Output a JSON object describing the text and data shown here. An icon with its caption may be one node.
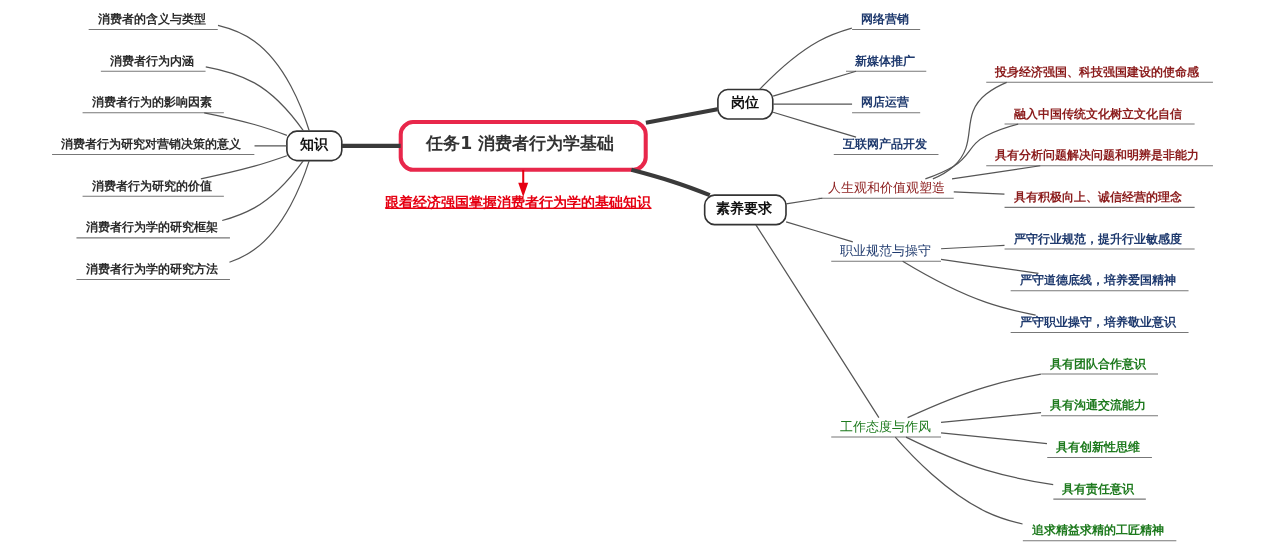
{
  "diagram": {
    "nodes": [
      {
        "text": [
          "任务1 消费者行为学基础"
        ]
      },
      {
        "text": [
          "岗位"
        ]
      },
      {
        "text": [
          "网络营销"
        ]
      },
      {
        "text": [
          "新媒体推广"
        ]
      },
      {
        "text": [
          "网店运营"
        ]
      },
      {
        "text": [
          "互联网产品开发"
        ]
      },
      {
        "text": [
          "知识"
        ]
      },
      {
        "text": [
          "消费者的含义与类型"
        ]
      },
      {
        "text": [
          "消费者行为内涵"
        ]
      },
      {
        "text": [
          "消费者行为的影响因素"
        ]
      },
      {
        "text": [
          "消费者行为研究对营销决策的意义"
        ]
      },
      {
        "text": [
          "消费者行为研究的价值"
        ]
      },
      {
        "text": [
          "消费者行为学的研究框架"
        ]
      },
      {
        "text": [
          "消费者行为学的研究方法"
        ]
      },
      {
        "text": [
          "素养要求"
        ]
      },
      {
        "text": [
          "人生观和价值观塑造"
        ]
      },
      {
        "text": [
          "投身经济强国、科技强国建设的使命感"
        ]
      },
      {
        "text": [
          "融入中国传统文化树立文化自信"
        ]
      },
      {
        "text": [
          "具有分析问题解决问题和明辨是非能力"
        ]
      },
      {
        "text": [
          "具有积极向上、诚信经营的理念"
        ]
      },
      {
        "text": [
          "职业规范与操守"
        ]
      },
      {
        "text": [
          "严守行业规范，提升行业敏感度"
        ]
      },
      {
        "text": [
          "严守道德底线，培养爱国精神"
        ]
      },
      {
        "text": [
          "严守职业操守，培养敬业意识"
        ]
      },
      {
        "text": [
          "工作态度与作风"
        ]
      },
      {
        "text": [
          "具有团队合作意识"
        ]
      },
      {
        "text": [
          "具有沟通交流能力"
        ]
      },
      {
        "text": [
          "具有创新性思维"
        ]
      },
      {
        "text": [
          "具有责任意识"
        ]
      },
      {
        "text": [
          "追求精益求精的工匠精神"
        ]
      },
      {
        "text": [
          "跟着经济强国掌握消费者行为学的基础知识"
        ]
      }
    ],
    "edges": [
      {
        "from": 0,
        "to": 1,
        "arrow": "none",
        "style": "thick"
      },
      {
        "from": 1,
        "to": 2,
        "arrow": "none"
      },
      {
        "from": 1,
        "to": 3,
        "arrow": "none"
      },
      {
        "from": 1,
        "to": 4,
        "arrow": "none"
      },
      {
        "from": 1,
        "to": 5,
        "arrow": "none"
      },
      {
        "from": 0,
        "to": 6,
        "arrow": "none",
        "style": "thick"
      },
      {
        "from": 6,
        "to": 7,
        "arrow": "none"
      },
      {
        "from": 6,
        "to": 8,
        "arrow": "none"
      },
      {
        "from": 6,
        "to": 9,
        "arrow": "none"
      },
      {
        "from": 6,
        "to": 10,
        "arrow": "none"
      },
      {
        "from": 6,
        "to": 11,
        "arrow": "none"
      },
      {
        "from": 6,
        "to": 12,
        "arrow": "none"
      },
      {
        "from": 6,
        "to": 13,
        "arrow": "none"
      },
      {
        "from": 0,
        "to": 14,
        "arrow": "none",
        "style": "thick"
      },
      {
        "from": 14,
        "to": 15,
        "arrow": "none"
      },
      {
        "from": 15,
        "to": 16,
        "arrow": "none"
      },
      {
        "from": 15,
        "to": 17,
        "arrow": "none"
      },
      {
        "from": 15,
        "to": 18,
        "arrow": "none"
      },
      {
        "from": 15,
        "to": 19,
        "arrow": "none"
      },
      {
        "from": 14,
        "to": 20,
        "arrow": "none"
      },
      {
        "from": 20,
        "to": 21,
        "arrow": "none"
      },
      {
        "from": 20,
        "to": 22,
        "arrow": "none"
      },
      {
        "from": 20,
        "to": 23,
        "arrow": "none"
      },
      {
        "from": 14,
        "to": 24,
        "arrow": "none"
      },
      {
        "from": 24,
        "to": 25,
        "arrow": "none"
      },
      {
        "from": 24,
        "to": 26,
        "arrow": "none"
      },
      {
        "from": 24,
        "to": 27,
        "arrow": "none"
      },
      {
        "from": 24,
        "to": 28,
        "arrow": "none"
      },
      {
        "from": 24,
        "to": 29,
        "arrow": "none"
      },
      {
        "from": 0,
        "to": 30,
        "arrow": "to",
        "color": "#e60012"
      }
    ]
  }
}
